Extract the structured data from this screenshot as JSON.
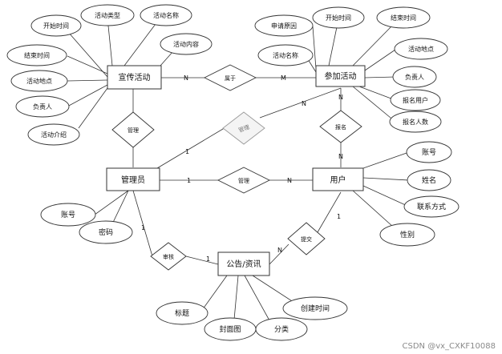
{
  "entities": {
    "publicity": "宣传活动",
    "participation": "参加活动",
    "admin": "管理员",
    "user": "用户",
    "notice": "公告/资讯"
  },
  "relationships": {
    "belongs": "属于",
    "manage_publicity": "管理",
    "manage_participation": "管理",
    "manage_user": "管理",
    "signup": "报名",
    "review": "审核",
    "submit": "提交"
  },
  "cardinalities": {
    "publicity_belongs": "N",
    "participation_belongs": "M",
    "admin_manage_participation": "1",
    "participation_manage": "N",
    "admin_manage_user": "1",
    "user_manage": "N",
    "participation_signup": "N",
    "user_signup": "N",
    "admin_review": "1",
    "notice_review": "1",
    "notice_submit": "N",
    "user_submit": "1"
  },
  "attributes": {
    "publicity": [
      "开始时间",
      "活动类型",
      "活动名称",
      "活动内容",
      "结束时间",
      "活动地点",
      "负责人",
      "活动介绍"
    ],
    "participation": [
      "申请原因",
      "开始时间",
      "结束时间",
      "活动名称",
      "活动地点",
      "负责人",
      "报名用户",
      "报名人数"
    ],
    "admin": [
      "账号",
      "密码"
    ],
    "user": [
      "账号",
      "姓名",
      "联系方式",
      "性别"
    ],
    "notice": [
      "标题",
      "封面图",
      "分类",
      "创建时间"
    ]
  },
  "watermark": "CSDN @vx_CXKF10088"
}
